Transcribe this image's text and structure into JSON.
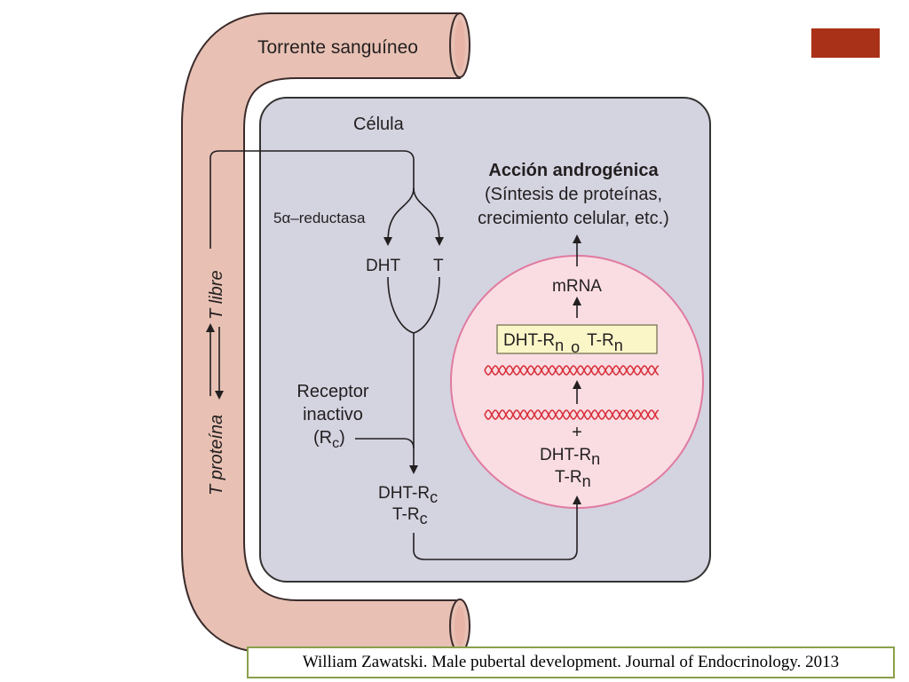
{
  "colors": {
    "blood_vessel": "#e8c1b4",
    "vessel_outline": "#3b2b2b",
    "cell_fill": "#d4d3e0",
    "cell_outline": "#333333",
    "nucleus_fill": "#f9dde3",
    "nucleus_outline": "#e07aa0",
    "dna_strand": "#d8323c",
    "complex_box": "#fbf6c8",
    "accent_square": "#a93117",
    "citation_border": "#8aa04a"
  },
  "labels": {
    "bloodstream": "Torrente sanguíneo",
    "cell": "Célula",
    "enzyme": "5α–reductasa",
    "dht": "DHT",
    "t": "T",
    "free_t": "T libre",
    "protein_t": "T proteína",
    "receptor_line1": "Receptor",
    "receptor_line2": "inactivo",
    "receptor_line3_main": "(R",
    "receptor_line3_sub": "c",
    "receptor_line3_end": ")",
    "action_title": "Acción androgénica",
    "action_line1": "(Síntesis de proteínas,",
    "action_line2": "crecimiento celular, etc.)",
    "mrna": "mRNA",
    "complex_dht": "DHT-R",
    "complex_sub1": "n",
    "complex_or": "o",
    "complex_t": "T-R",
    "complex_sub2": "n",
    "plus": "+",
    "nuc_dht": "DHT-R",
    "nuc_dht_sub": "n",
    "nuc_t": "T-R",
    "nuc_t_sub": "n",
    "cyto_dht": "DHT-R",
    "cyto_dht_sub": "c",
    "cyto_t": "T-R",
    "cyto_t_sub": "c"
  },
  "citation": "William Zawatski. Male pubertal development. Journal of Endocrinology. 2013"
}
